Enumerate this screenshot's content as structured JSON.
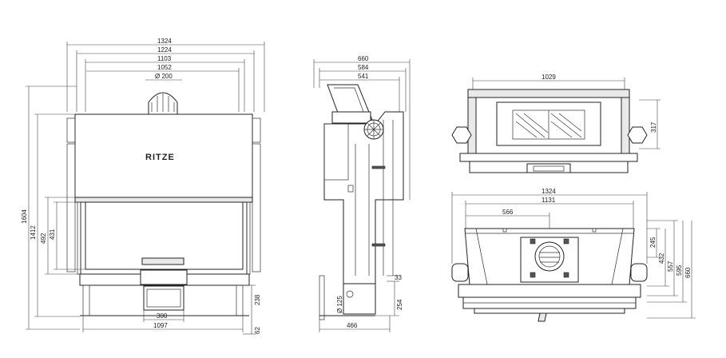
{
  "front_view": {
    "dimensions": {
      "w1324": "1324",
      "w1224": "1224",
      "w1103": "1103",
      "w1052": "1052",
      "d200": "Ø 200",
      "h1604": "1604",
      "h1412": "1412",
      "h492": "492",
      "h431": "431",
      "h238": "238",
      "h62": "62",
      "w300": "300",
      "w1097": "1097"
    },
    "logo": "RITZE"
  },
  "side_view": {
    "dimensions": {
      "w660": "660",
      "w584": "584",
      "w541": "541",
      "d125": "Ø 125",
      "h33": "33",
      "h254": "254",
      "w466": "466"
    }
  },
  "top_view_upper": {
    "dimensions": {
      "w1029": "1029",
      "h317": "317"
    }
  },
  "top_view_lower": {
    "dimensions": {
      "w1324": "1324",
      "w1131": "1131",
      "w566": "566",
      "d245": "245",
      "d432": "432",
      "d557": "557",
      "d595": "595",
      "d660": "660"
    }
  }
}
